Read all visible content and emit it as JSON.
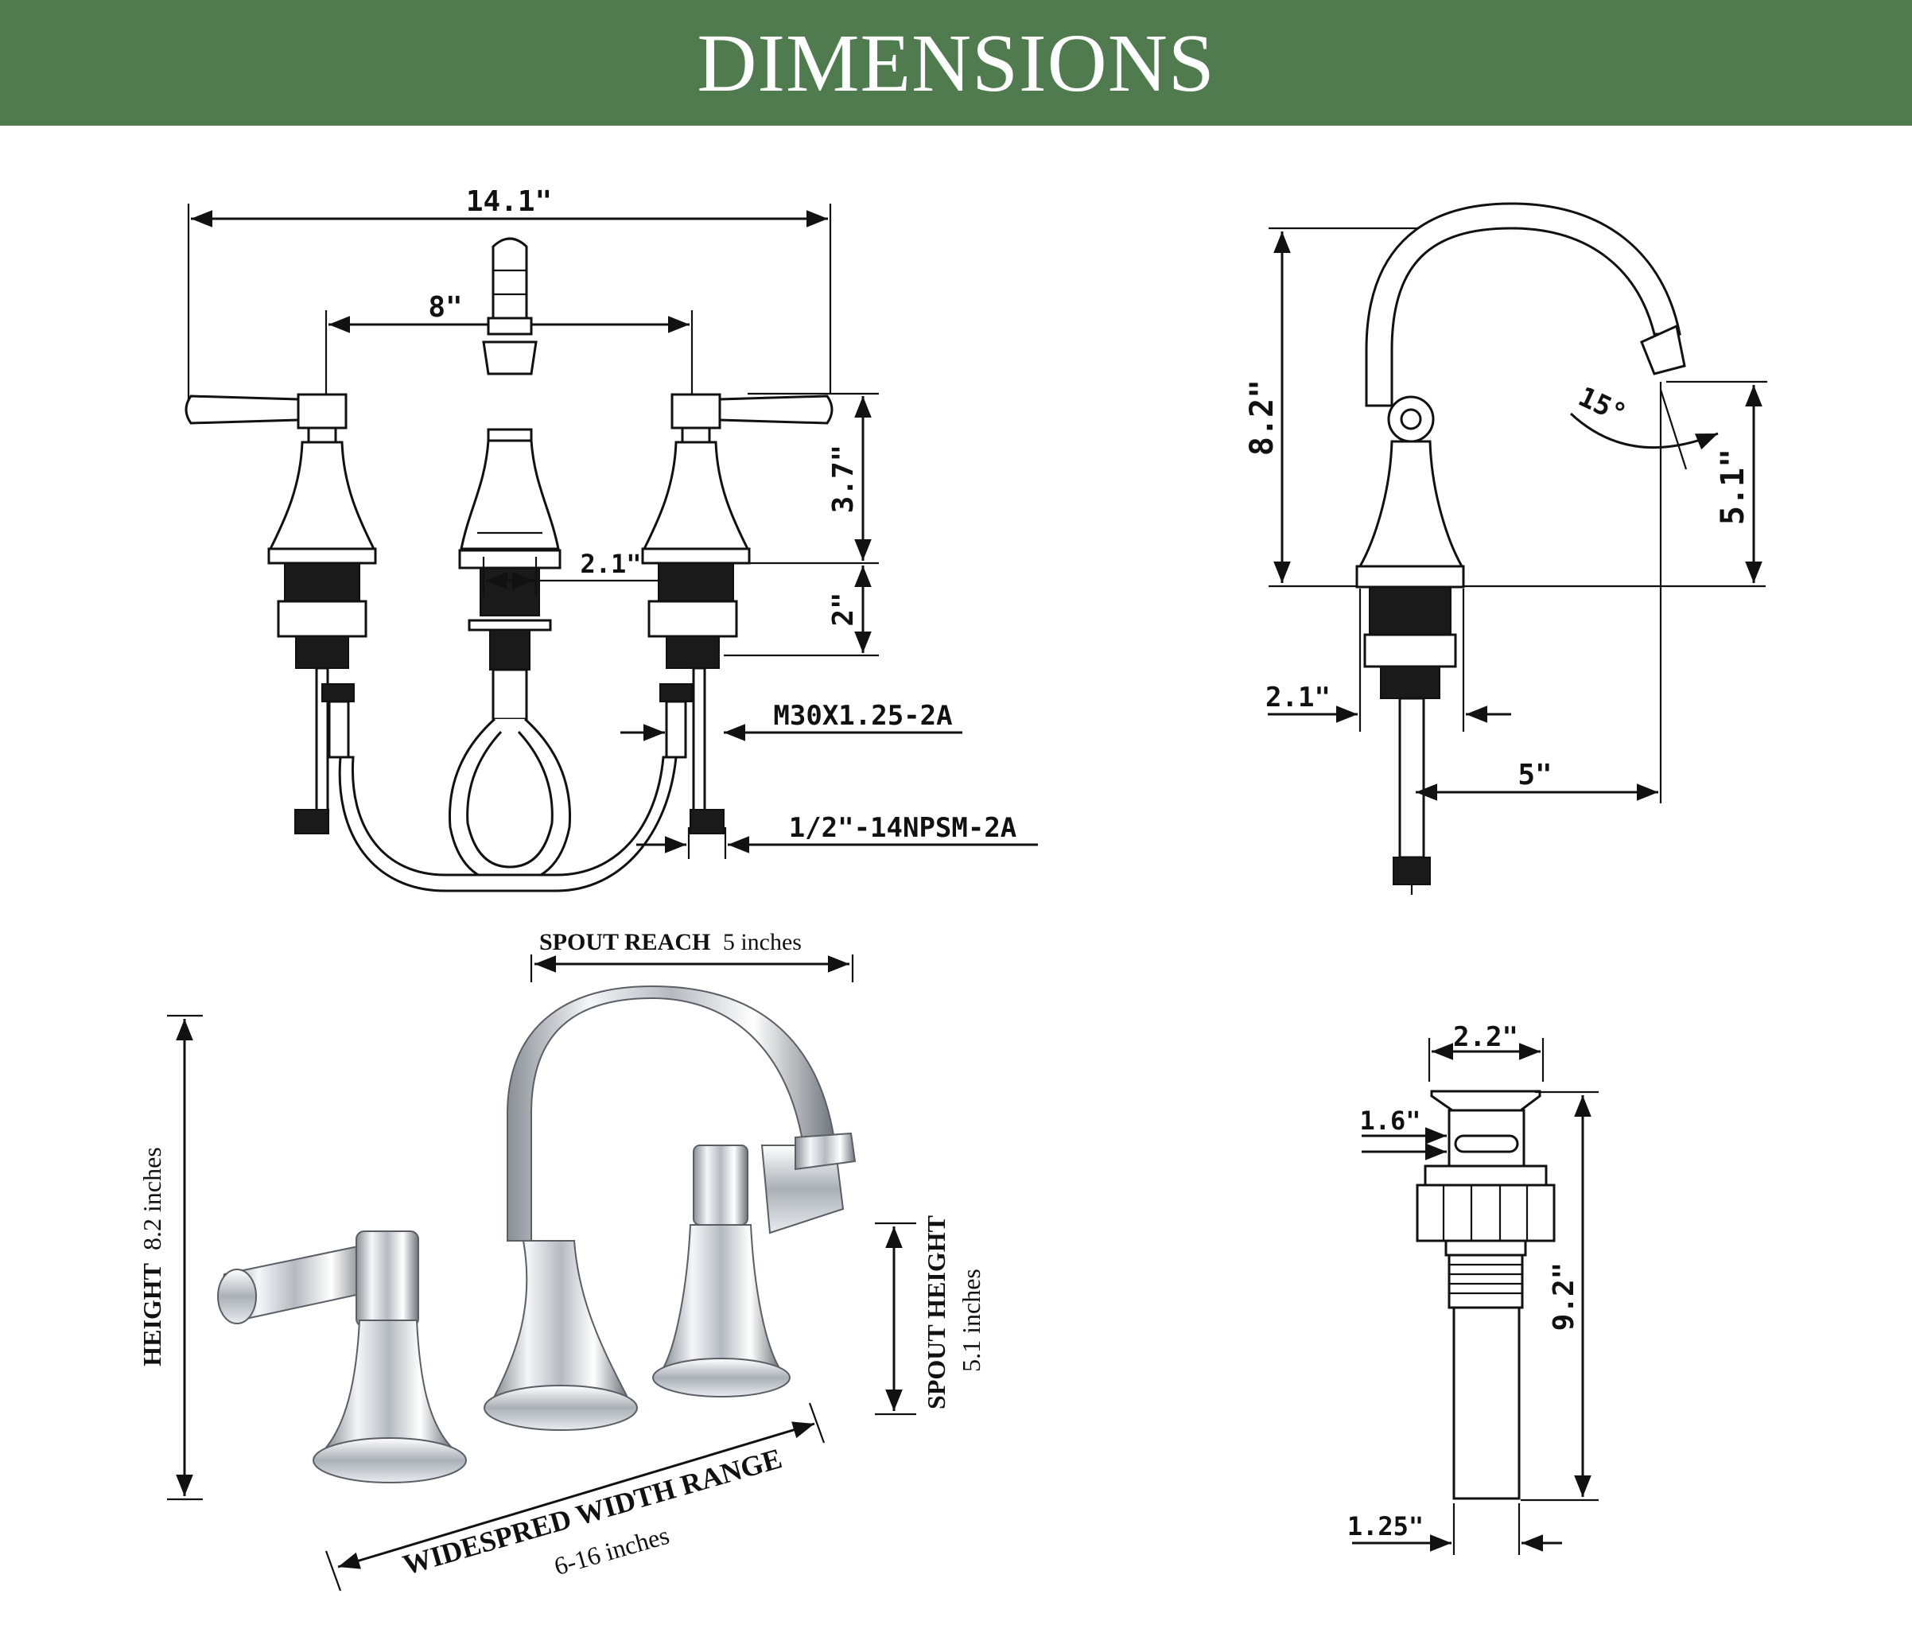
{
  "header": {
    "title": "DIMENSIONS"
  },
  "front_view": {
    "overall_width": "14.1\"",
    "center_spacing": "8\"",
    "handle_height": "3.7\"",
    "base_height": "2\"",
    "spout_shank": "2.1\"",
    "thread": "M30X1.25-2A",
    "inlet_thread": "1/2\"-14NPSM-2A"
  },
  "side_view": {
    "height": "8.2\"",
    "spout_angle": "15°",
    "spout_height": "5.1\"",
    "shank": "2.1\"",
    "reach": "5\""
  },
  "photo": {
    "spout_reach_label": "SPOUT REACH",
    "spout_reach_value": "5 inches",
    "height_label": "HEIGHT",
    "height_value": "8.2 inches",
    "spout_height_label": "SPOUT HEIGHT",
    "spout_height_value": "5.1 inches",
    "width_label": "WIDESPRED WIDTH RANGE",
    "width_value": "6-16 inches"
  },
  "drain": {
    "cap_width": "2.2\"",
    "cap_height": "1.6\"",
    "length": "9.2\"",
    "pipe_diameter": "1.25\""
  },
  "colors": {
    "banner": "#507b4f",
    "banner_text": "#ffffff",
    "line": "#111111"
  }
}
